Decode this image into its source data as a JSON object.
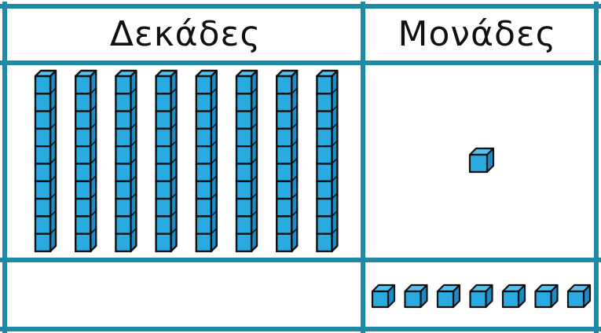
{
  "headers": {
    "tens": "Δεκάδες",
    "ones": "Μονάδες"
  },
  "blocks": {
    "tens_rods": 8,
    "cubes_per_rod": 10,
    "unit_cubes_upper": 1,
    "unit_cubes_lower": 7
  },
  "colors": {
    "frame": "#1f8aa6",
    "cube_front": "#29abe2",
    "cube_top": "#57c2ee",
    "cube_side": "#1e8cc4",
    "cube_outline": "#111111"
  }
}
